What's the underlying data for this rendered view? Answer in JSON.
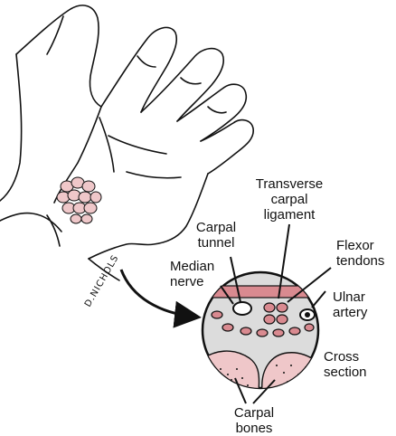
{
  "labels": {
    "transverse_line1": "Transverse",
    "transverse_line2": "carpal",
    "transverse_line3": "ligament",
    "carpal_tunnel_line1": "Carpal",
    "carpal_tunnel_line2": "tunnel",
    "flexor_line1": "Flexor",
    "flexor_line2": "tendons",
    "median_line1": "Median",
    "median_line2": "nerve",
    "ulnar_line1": "Ulnar",
    "ulnar_line2": "artery",
    "cross_line1": "Cross",
    "cross_line2": "section",
    "bones_line1": "Carpal",
    "bones_line2": "bones"
  },
  "signature": "D.NICHOLS",
  "colors": {
    "ink": "#111111",
    "bone_pink": "#efc7c9",
    "ligament_pink": "#d98a90",
    "section_gray": "#dcdcdc",
    "paper": "#ffffff"
  }
}
